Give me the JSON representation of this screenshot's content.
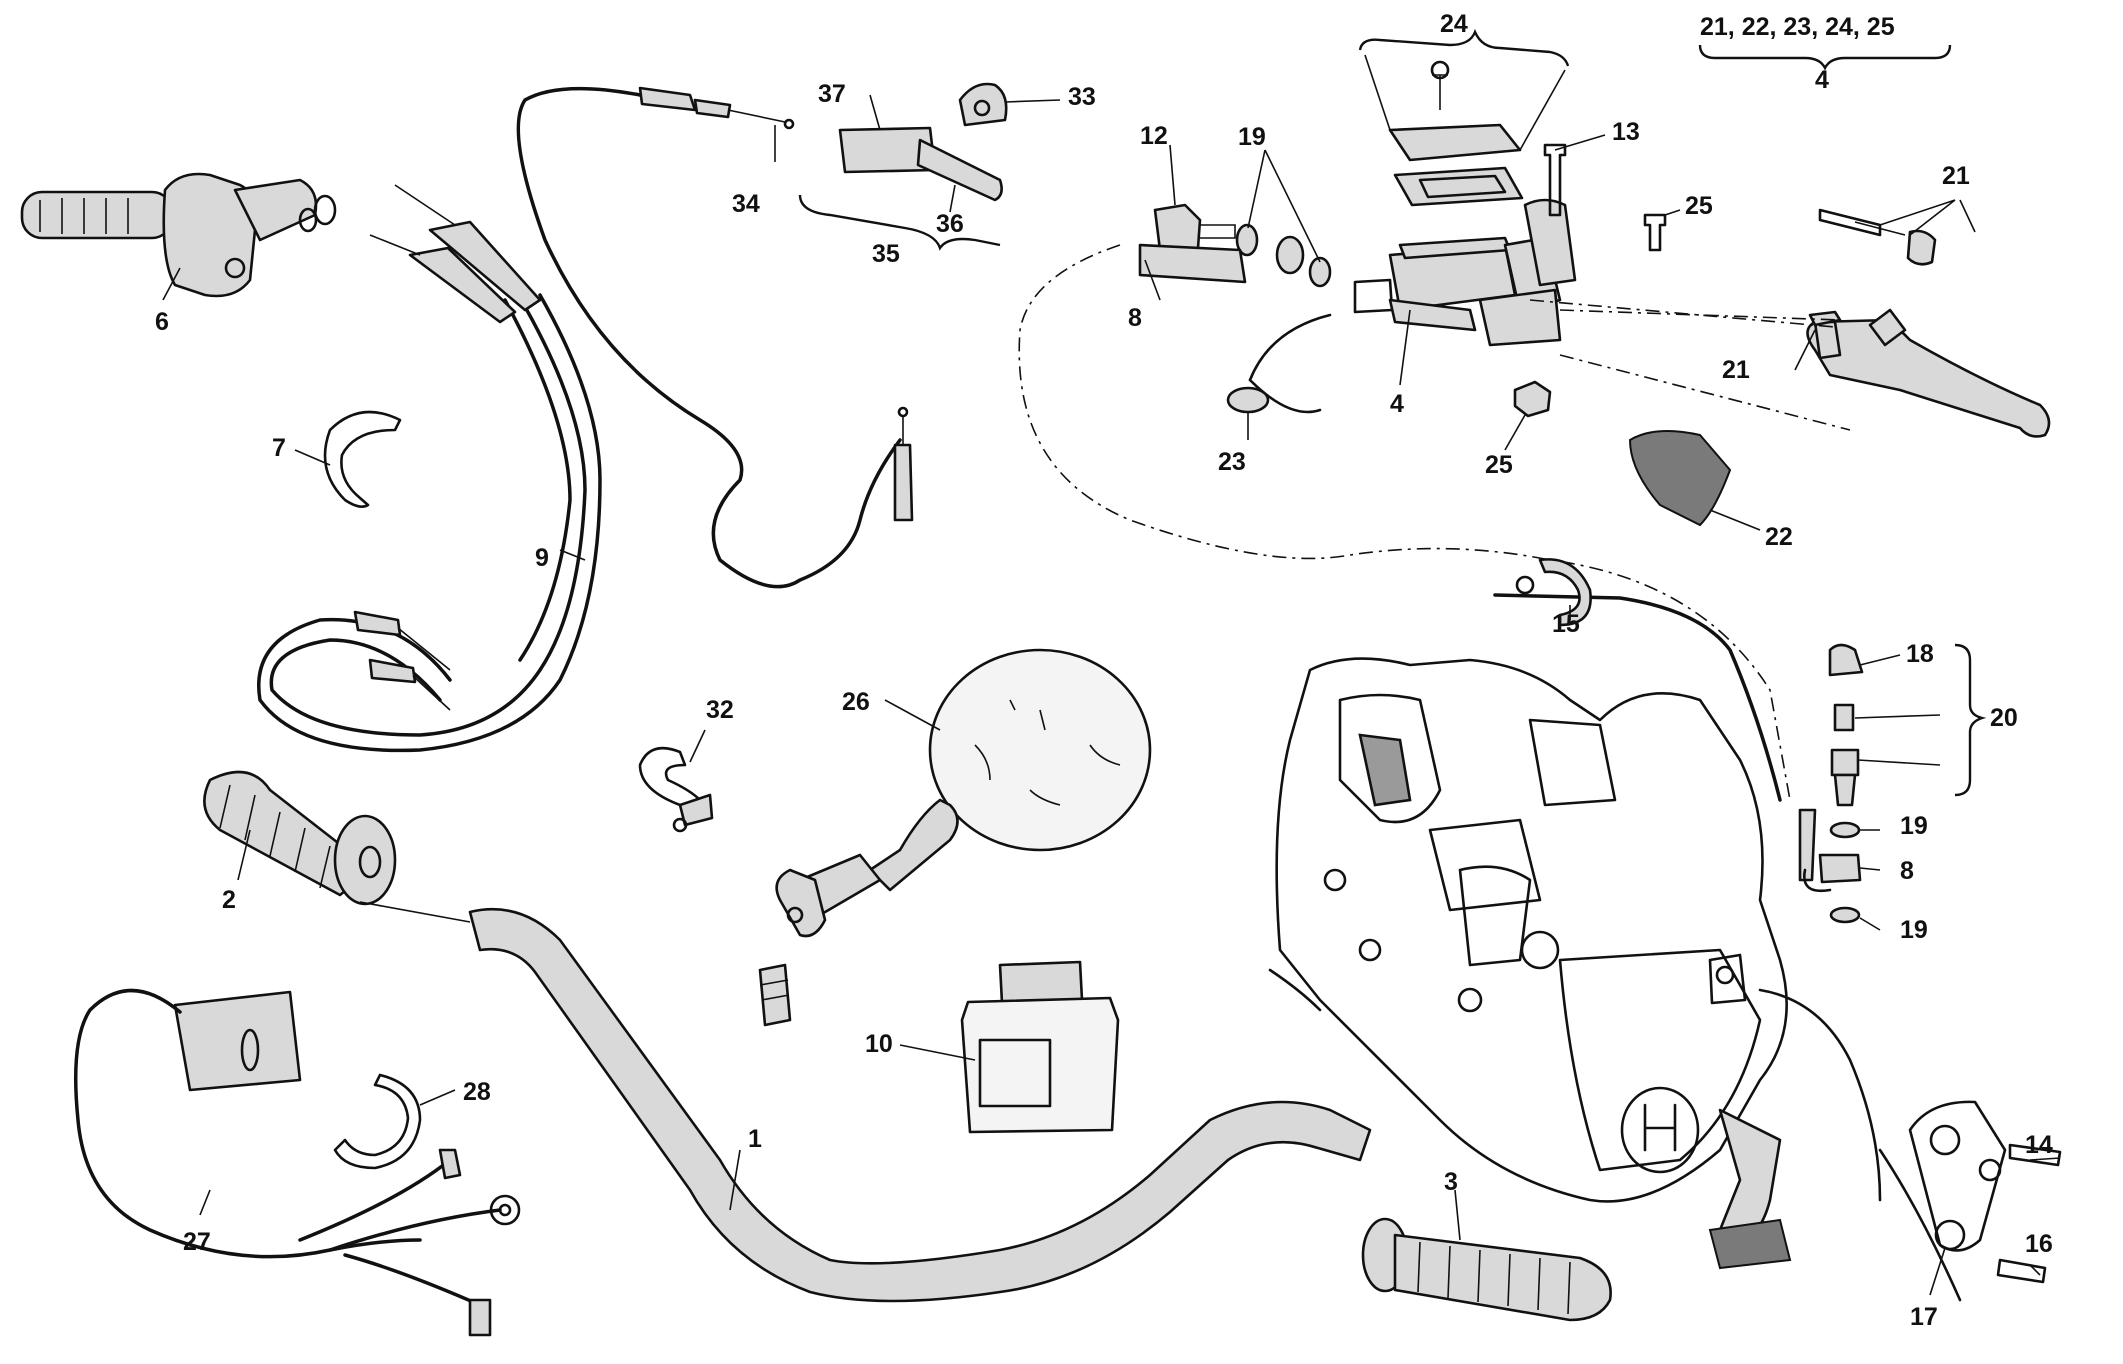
{
  "callouts": {
    "c1": "1",
    "c2": "2",
    "c3": "3",
    "c4a": "4",
    "c4b": "4",
    "c6": "6",
    "c7": "7",
    "c8a": "8",
    "c8b": "8",
    "c9": "9",
    "c10": "10",
    "c12": "12",
    "c13": "13",
    "c14": "14",
    "c15": "15",
    "c16": "16",
    "c17": "17",
    "c18": "18",
    "c19a": "19",
    "c19b": "19",
    "c19c": "19",
    "c20": "20",
    "c21a": "21",
    "c21b": "21",
    "c22": "22",
    "c23": "23",
    "c24": "24",
    "c25a": "25",
    "c25b": "25",
    "c26": "26",
    "c27": "27",
    "c28": "28",
    "c32": "32",
    "c33": "33",
    "c34": "34",
    "c35": "35",
    "c36": "36",
    "c37": "37"
  },
  "kit_label": "21, 22, 23, 24, 25"
}
